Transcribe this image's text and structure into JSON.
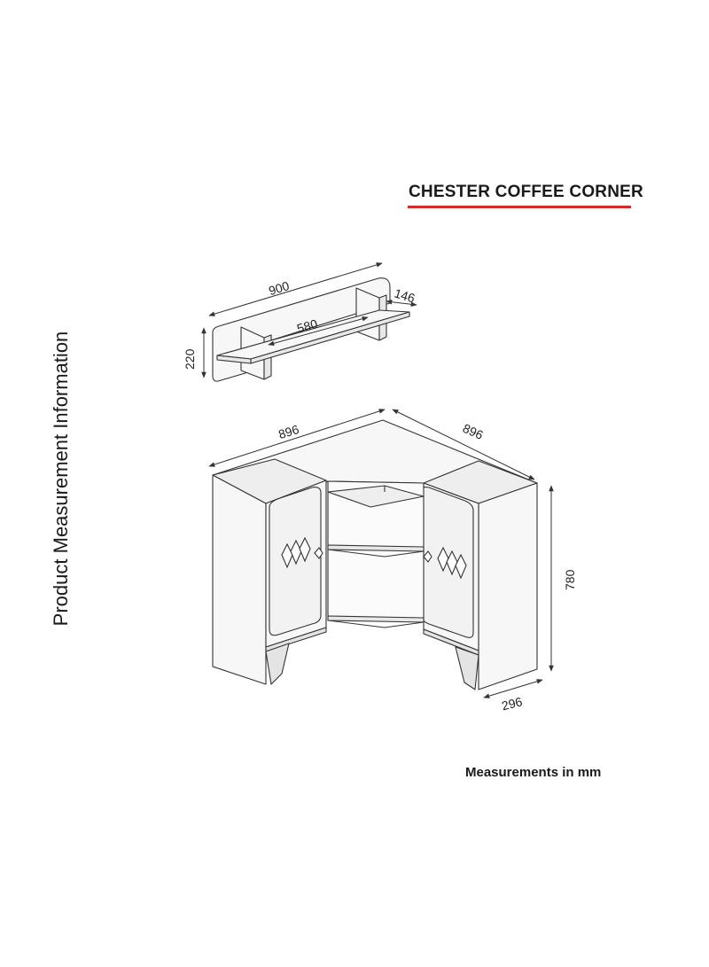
{
  "title": "CHESTER COFFEE CORNER",
  "side_label": "Product Measurement Information",
  "units_note": "Measurements in mm",
  "colors": {
    "accent_rule": "#d42a2a",
    "line": "#333333",
    "panel_fill": "#f7f7f7"
  },
  "dimensions": {
    "shelf_width": "900",
    "shelf_depth": "146",
    "shelf_inner": "580",
    "shelf_height": "220",
    "cabinet_left_width": "896",
    "cabinet_right_width": "896",
    "cabinet_height": "780",
    "cabinet_depth": "296"
  }
}
